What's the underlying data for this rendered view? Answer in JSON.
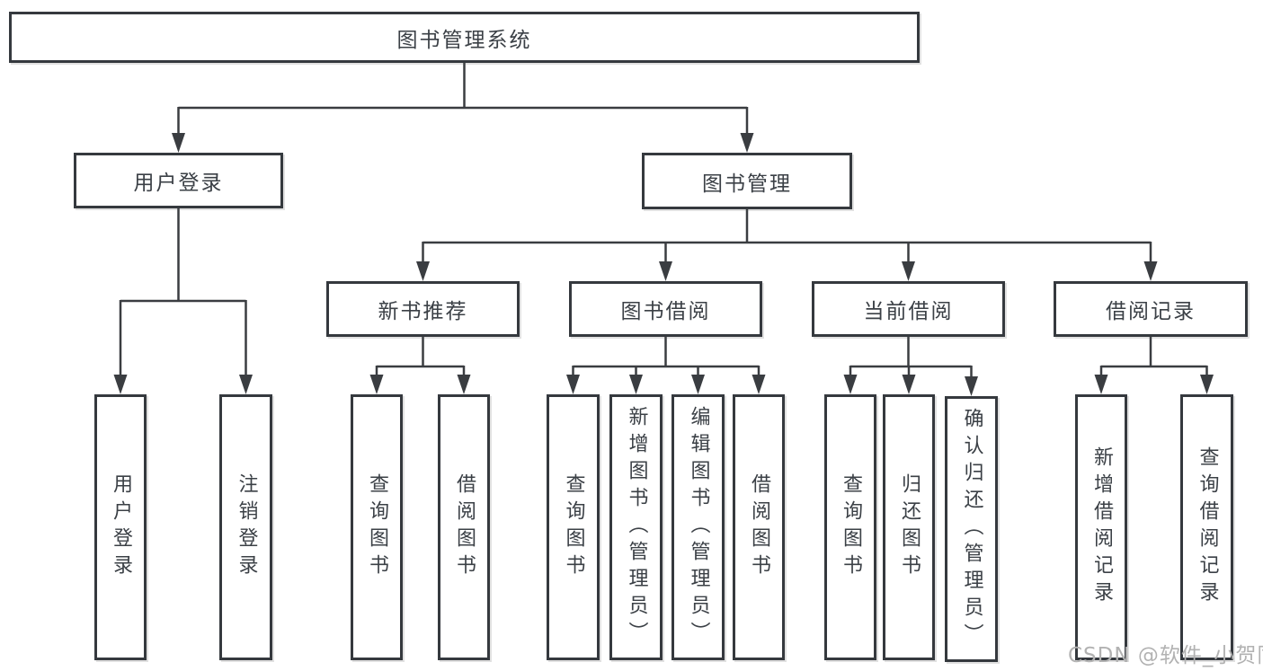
{
  "diagram_title": "图书管理系统",
  "tree": {
    "root": {
      "label": "图书管理系统"
    },
    "children": [
      {
        "label": "用户登录",
        "children": [
          {
            "label": "用户登录"
          },
          {
            "label": "注销登录"
          }
        ]
      },
      {
        "label": "图书管理",
        "children": [
          {
            "label": "新书推荐",
            "children": [
              {
                "label": "查询图书"
              },
              {
                "label": "借阅图书"
              }
            ]
          },
          {
            "label": "图书借阅",
            "children": [
              {
                "label": "查询图书"
              },
              {
                "label": "新增图书（管理员）"
              },
              {
                "label": "编辑图书（管理员）"
              },
              {
                "label": "借阅图书"
              }
            ]
          },
          {
            "label": "当前借阅",
            "children": [
              {
                "label": "查询图书"
              },
              {
                "label": "归还图书"
              },
              {
                "label": "确认归还（管理员）"
              }
            ]
          },
          {
            "label": "借阅记录",
            "children": [
              {
                "label": "新增借阅记录"
              },
              {
                "label": "查询借阅记录"
              }
            ]
          }
        ]
      }
    ]
  },
  "watermark": {
    "text": "CSDN @软件_小贺同学"
  },
  "colors": {
    "line": "#3a3d41",
    "box_border": "#35393e",
    "text": "#3b4046",
    "background": "#ffffff",
    "watermark": "#b2b2b2"
  }
}
